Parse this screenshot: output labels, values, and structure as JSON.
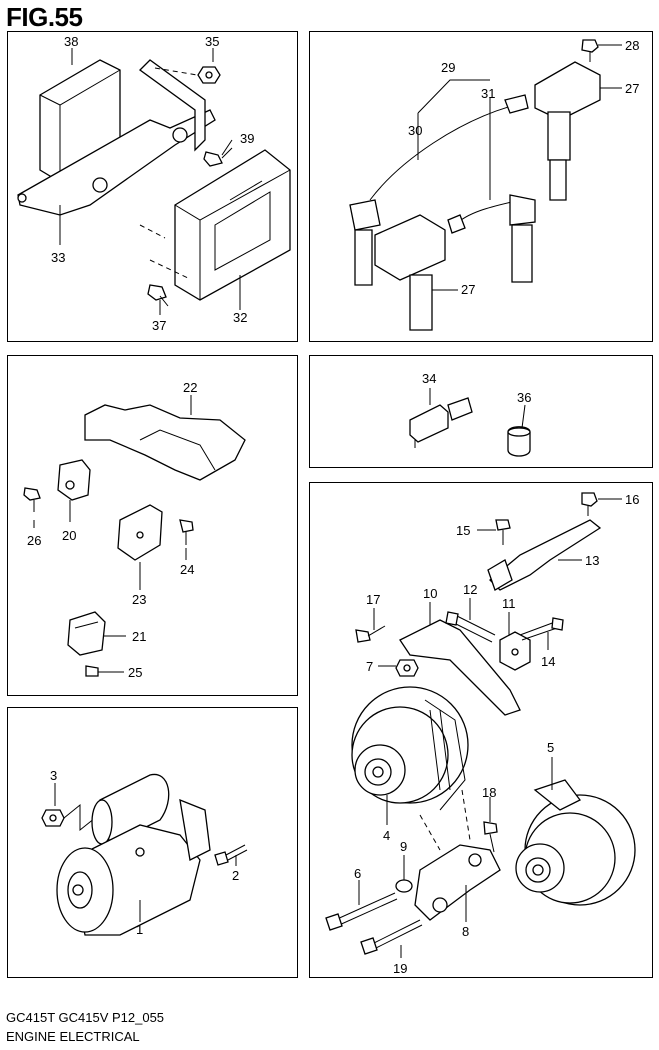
{
  "figure": {
    "title": "FIG.55"
  },
  "footer": {
    "model_line": "GC415T GC415V P12_055",
    "section": "ENGINE ELECTRICAL"
  },
  "labels": {
    "p1": [
      "38",
      "35",
      "39",
      "33",
      "37",
      "32"
    ],
    "p2": [
      "28",
      "29",
      "31",
      "30",
      "27",
      "27"
    ],
    "p3": [
      "22",
      "26",
      "20",
      "24",
      "23",
      "21",
      "25"
    ],
    "p4": [
      "34",
      "36"
    ],
    "p5": [
      "16",
      "15",
      "13",
      "17",
      "10",
      "12",
      "11",
      "14",
      "7",
      "5",
      "18",
      "4",
      "9",
      "6",
      "8",
      "19"
    ],
    "p6": [
      "3",
      "2",
      "1"
    ]
  }
}
